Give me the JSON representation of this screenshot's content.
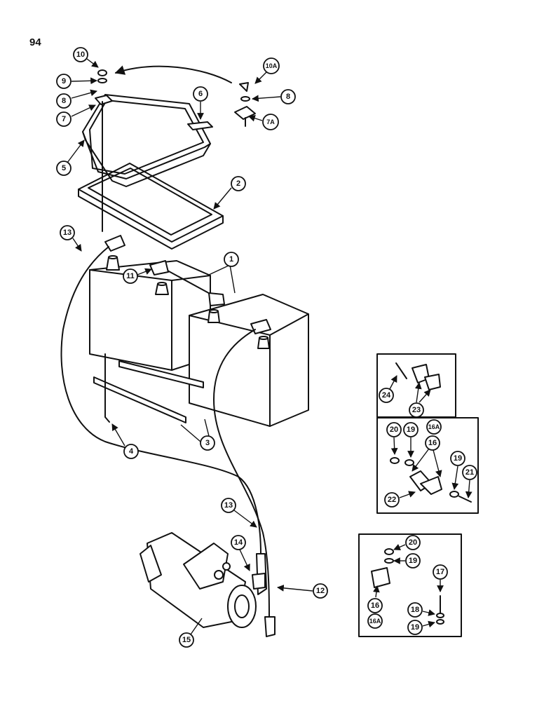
{
  "page_number": "94",
  "callouts": [
    "1",
    "2",
    "3",
    "4",
    "5",
    "6",
    "7",
    "7A",
    "8",
    "9",
    "10",
    "10A",
    "11",
    "12",
    "13",
    "14",
    "15",
    "16",
    "16A",
    "17",
    "18",
    "19",
    "20",
    "21",
    "22",
    "23",
    "24"
  ]
}
